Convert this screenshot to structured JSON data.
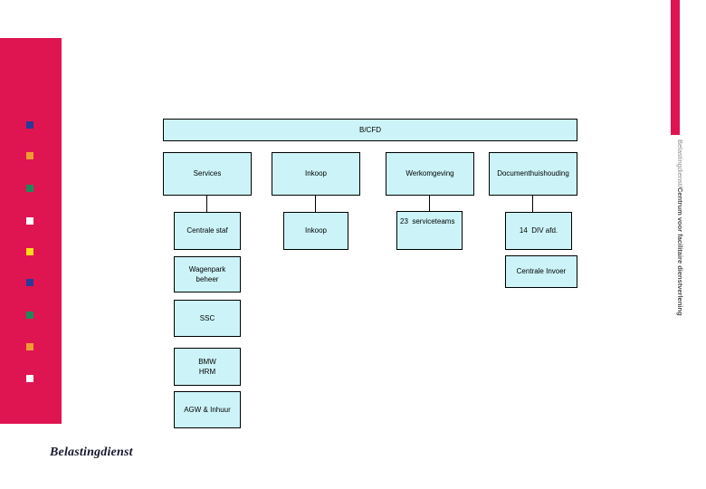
{
  "branding": {
    "logo_text": "Belastingdienst",
    "bar_color": "#df1551",
    "vertical_label": {
      "prefix": "Belastingdienst/",
      "bold": "Centrum voor facilitaire dienstverlening"
    },
    "decor_squares": [
      "#2a3a99",
      "#f09b32",
      "#1e8a5a",
      "#ffffff",
      "#ffd91a",
      "#2a3a99",
      "#1e8a5a",
      "#f09b32",
      "#ffffff"
    ]
  },
  "org_chart": {
    "box_fill": "#ccf4f8",
    "root": "B/CFD",
    "level2": {
      "services": "Services",
      "inkoop": "Inkoop",
      "werkomgeving": "Werkomgeving",
      "documenthuishouding": "Documenthuishouding"
    },
    "level3": {
      "centrale_staf": "Centrale staf",
      "wagenpark": "Wagenpark\nbeheer",
      "ssc": "SSC",
      "bmw_hrm": "BMW\nHRM",
      "agw_inhuur": "AGW & Inhuur",
      "inkoop_sub": "Inkoop",
      "serviceteams": "23  serviceteams",
      "div_afd": "14  DIV afd.",
      "centrale_invoer": "Centrale Invoer"
    }
  }
}
